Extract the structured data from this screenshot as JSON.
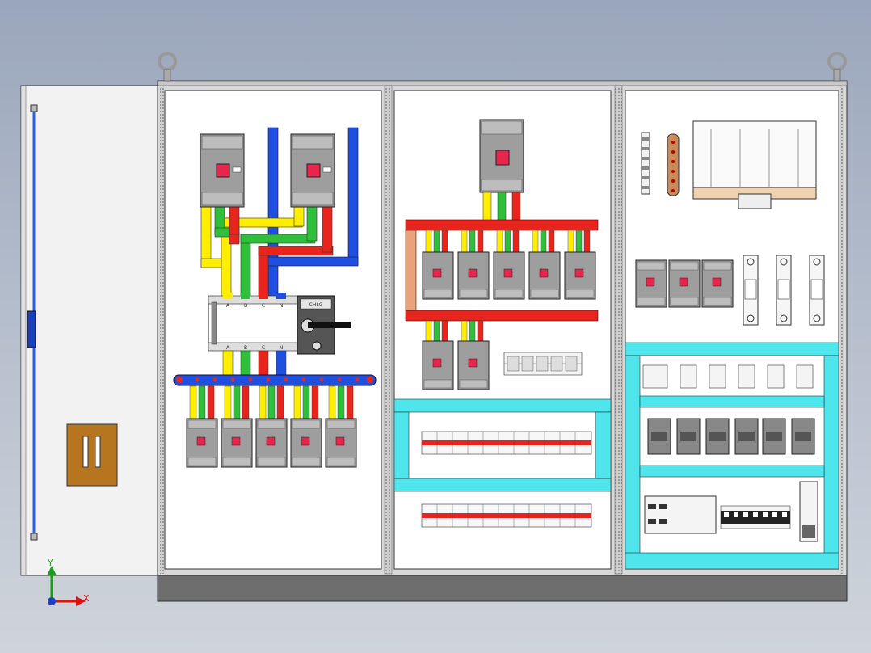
{
  "axes": {
    "x_label": "X",
    "y_label": "Y"
  },
  "switch_phase_labels": [
    "A",
    "B",
    "C",
    "N"
  ],
  "switch_nameplate": "CHLG",
  "colors": {
    "background": "#a9b3c4",
    "phase_a": "#ffee00",
    "phase_b": "#2fbf3a",
    "phase_c": "#e8251d",
    "neutral": "#1f4fe0",
    "busbar_red": "#e8251d",
    "busbar_blue": "#1f4fe0",
    "din_rail": "#4ee6ec",
    "breaker_body": "#9e9e9e",
    "breaker_handle": "#e8254d",
    "door_handle": "#b87520",
    "panel_white": "#ffffff",
    "cabinet_frame": "#d9d9d9",
    "plinth": "#6e6e6e"
  },
  "icons": [
    "lifting-eye-icon",
    "axis-triad-icon",
    "door-handle-icon"
  ]
}
